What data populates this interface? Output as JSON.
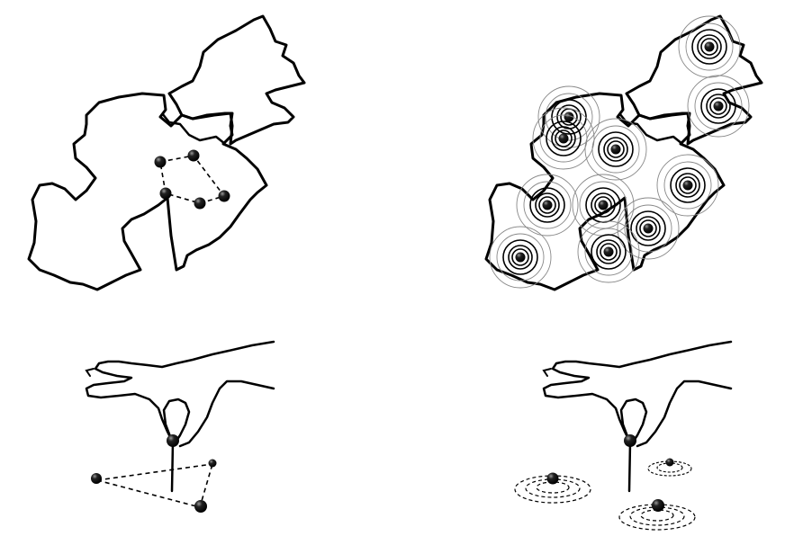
{
  "panels": [
    {
      "id": "map-route",
      "kind": "map-with-connected-markers",
      "marker_count": 5
    },
    {
      "id": "map-coverage",
      "kind": "map-with-radiating-markers",
      "marker_count": 11
    },
    {
      "id": "hand-route",
      "kind": "hand-placing-pin-with-connected-markers",
      "marker_count": 3
    },
    {
      "id": "hand-coverage",
      "kind": "hand-placing-pin-with-ripple-markers",
      "marker_count": 3
    }
  ],
  "colors": {
    "stroke": "#000000",
    "background": "#ffffff",
    "ring": "#555555"
  },
  "icons": [
    "map-outline",
    "location-pin-icon",
    "hand-icon",
    "signal-rings-icon"
  ]
}
